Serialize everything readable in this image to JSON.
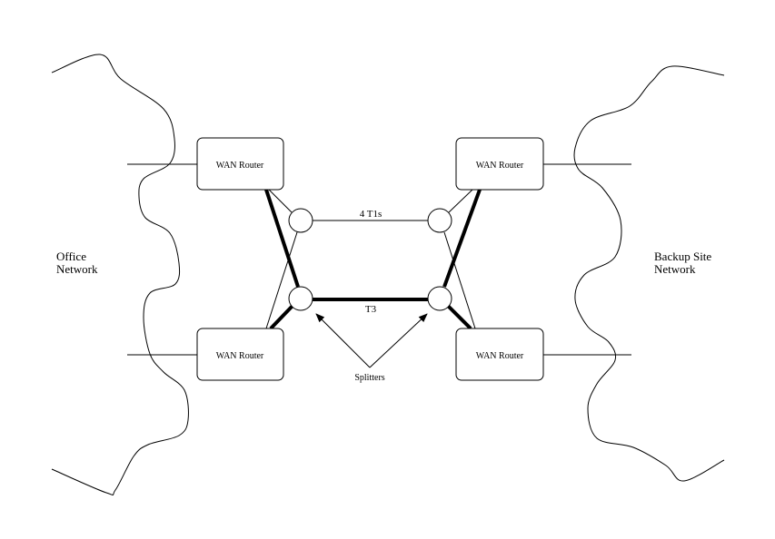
{
  "diagram": {
    "office_network": [
      "Office",
      "Network"
    ],
    "backup_network": [
      "Backup Site",
      "Network"
    ],
    "routers": [
      {
        "label": "WAN Router"
      },
      {
        "label": "WAN Router"
      },
      {
        "label": "WAN Router"
      },
      {
        "label": "WAN Router"
      }
    ],
    "link_t1": "4 T1s",
    "link_t3": "T3",
    "splitters_label": "Splitters"
  }
}
